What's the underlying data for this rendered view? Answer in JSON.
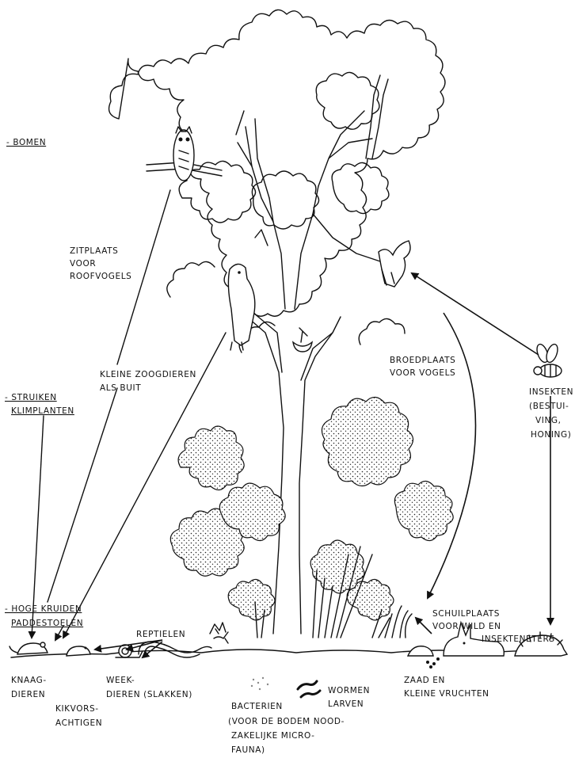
{
  "labels": {
    "bomen": "- BOMEN",
    "zitplaats": [
      "ZITPLAATS",
      "VOOR",
      "ROOFVOGELS"
    ],
    "kleine_zoogdieren": [
      "KLEINE ZOOGDIEREN",
      "ALS BUIT"
    ],
    "broedplaats": [
      "BROEDPLAATS",
      "VOOR VOGELS"
    ],
    "insekten": [
      "INSEKTEN",
      "(BESTUI-",
      "VING,",
      "HONING)"
    ],
    "struiken": [
      "- STRUIKEN",
      "KLIMPLANTEN"
    ],
    "hoge_kruiden": [
      "- HOGE KRUIDEN",
      "PADDESTOELEN"
    ],
    "reptielen": "REPTIELEN",
    "schuilplaats": [
      "SCHUILPLAATS",
      "VOOR WILD EN",
      "INSEKTENETERS"
    ],
    "knaagdieren": [
      "KNAAG-",
      "DIEREN"
    ],
    "kikvorsachtigen": [
      "KIKVORS-",
      "ACHTIGEN"
    ],
    "weekdieren": [
      "WEEK-",
      "DIEREN (SLAKKEN)"
    ],
    "wormen": [
      "WORMEN",
      "LARVEN"
    ],
    "zaad": [
      "ZAAD EN",
      "KLEINE VRUCHTEN"
    ],
    "bacterien": [
      "BACTERIEN",
      "(VOOR DE BODEM NOOD-",
      "ZAKELIJKE MICRO-",
      "FAUNA)"
    ]
  },
  "colors": {
    "ink": "#111111",
    "paper": "#ffffff"
  }
}
